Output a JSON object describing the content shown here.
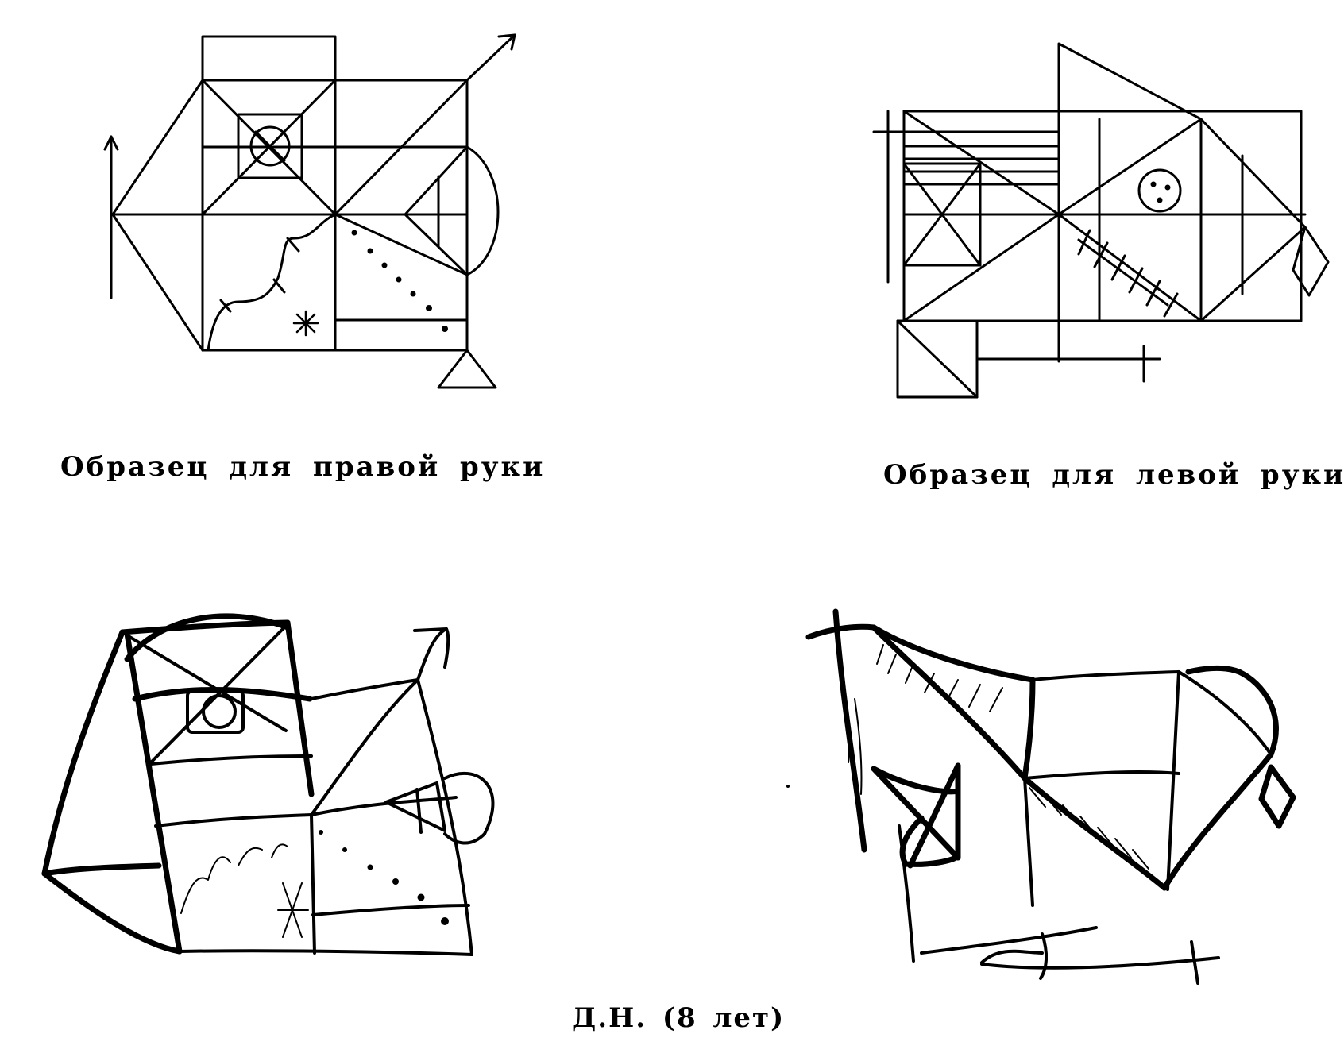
{
  "captions": {
    "right_hand_sample": "Образец для правой руки",
    "left_hand_sample": "Образец для левой руки",
    "author": "Д.Н. (8 лет)"
  },
  "colors": {
    "ink": "#000000",
    "paper": "#ffffff"
  }
}
